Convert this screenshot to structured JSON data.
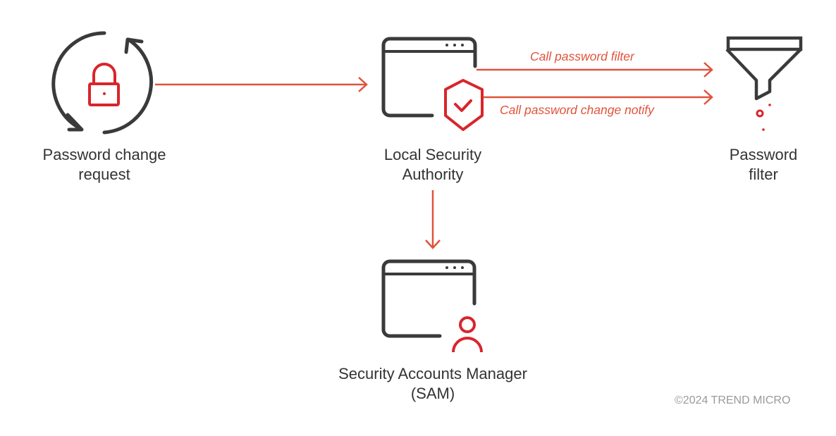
{
  "colors": {
    "icon_dark": "#3a3a3a",
    "icon_red": "#d9252b",
    "arrow": "#e0533a",
    "text": "#333333",
    "copyright": "#9a9a9a",
    "background": "#ffffff"
  },
  "nodes": {
    "password_change_request": {
      "line1": "Password change",
      "line2": "request",
      "icon": "lock-refresh-icon"
    },
    "lsa": {
      "line1": "Local Security",
      "line2": "Authority",
      "icon": "window-shield-icon"
    },
    "password_filter": {
      "line1": "Password",
      "line2": "filter",
      "icon": "funnel-icon"
    },
    "sam": {
      "line1": "Security Accounts Manager",
      "line2": "(SAM)",
      "icon": "window-user-icon"
    }
  },
  "edges": [
    {
      "from": "password_change_request",
      "to": "lsa",
      "label": ""
    },
    {
      "from": "lsa",
      "to": "password_filter",
      "label": "Call password filter"
    },
    {
      "from": "lsa",
      "to": "password_filter",
      "label": "Call password change notify"
    },
    {
      "from": "lsa",
      "to": "sam",
      "label": ""
    }
  ],
  "copyright": "©2024 TREND MICRO"
}
